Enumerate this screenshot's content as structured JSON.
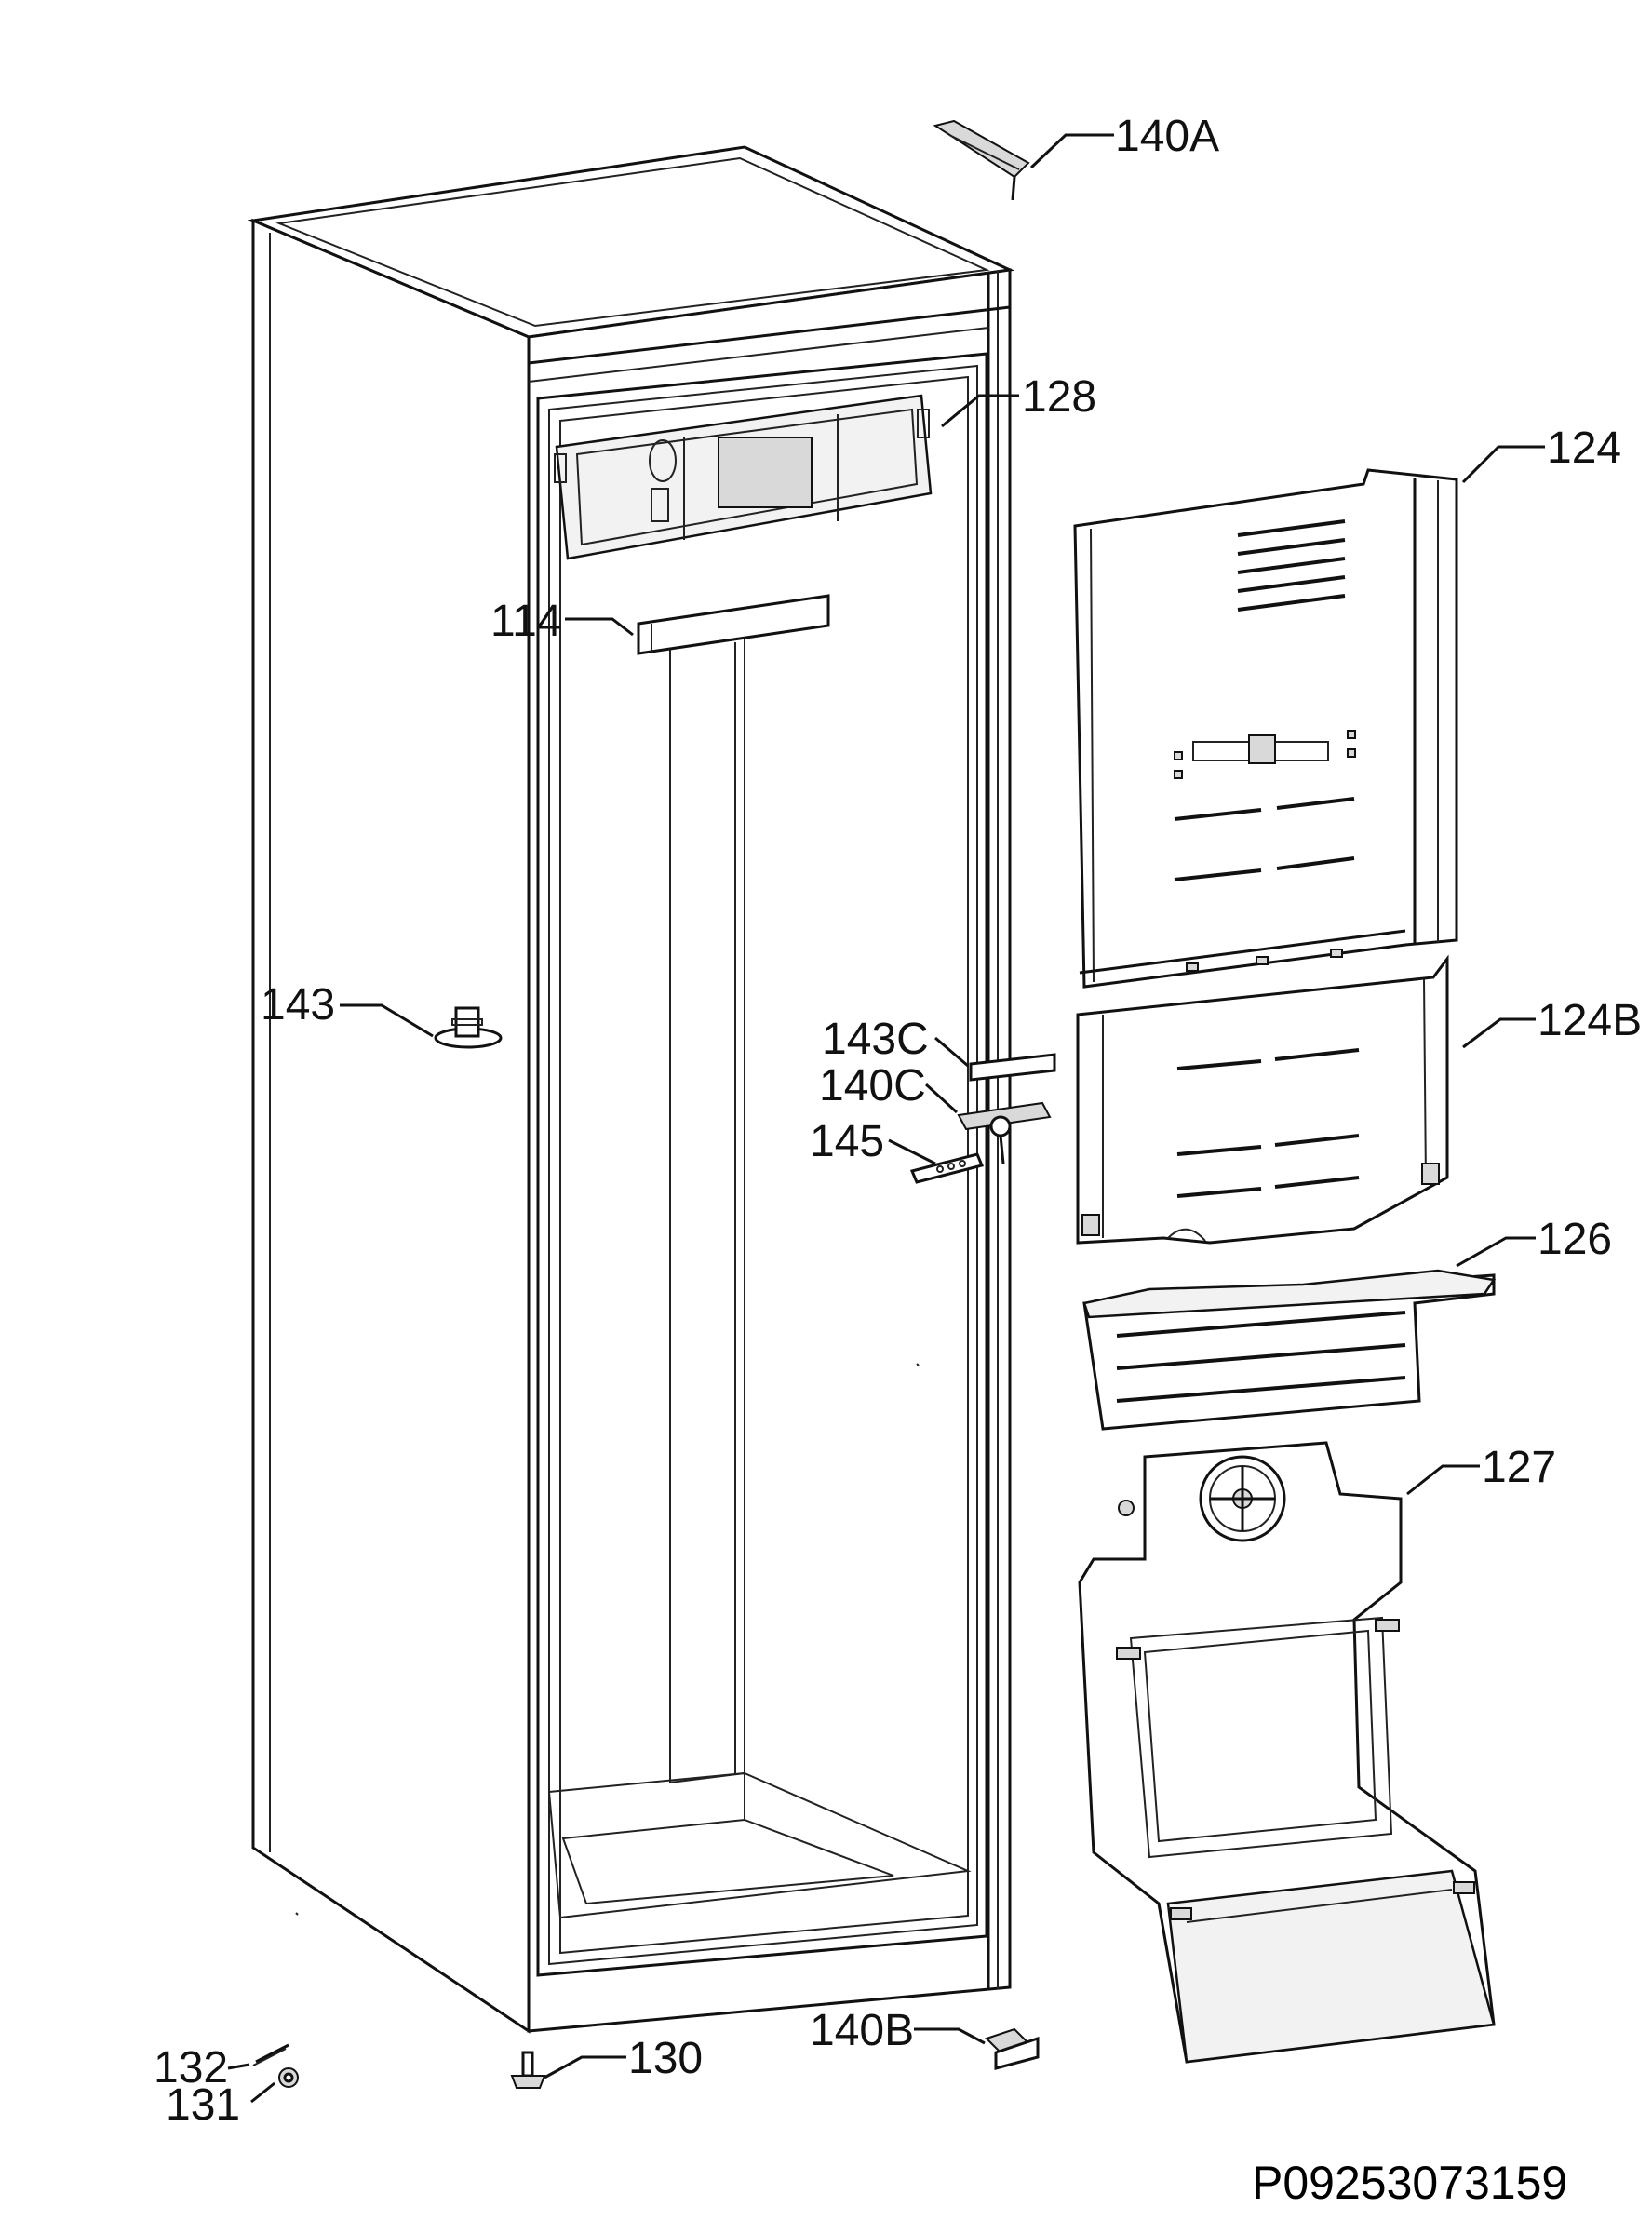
{
  "diagram": {
    "drawing_code": "P09253073159",
    "callouts": [
      {
        "id": "140A",
        "text": "140A"
      },
      {
        "id": "128",
        "text": "128"
      },
      {
        "id": "124",
        "text": "124"
      },
      {
        "id": "114",
        "text": "114"
      },
      {
        "id": "143",
        "text": "143"
      },
      {
        "id": "143C",
        "text": "143C"
      },
      {
        "id": "140C",
        "text": "140C"
      },
      {
        "id": "145",
        "text": "145"
      },
      {
        "id": "124B",
        "text": "124B"
      },
      {
        "id": "126",
        "text": "126"
      },
      {
        "id": "127",
        "text": "127"
      },
      {
        "id": "140B",
        "text": "140B"
      },
      {
        "id": "130",
        "text": "130"
      },
      {
        "id": "132",
        "text": "132"
      },
      {
        "id": "131",
        "text": "131"
      }
    ]
  }
}
